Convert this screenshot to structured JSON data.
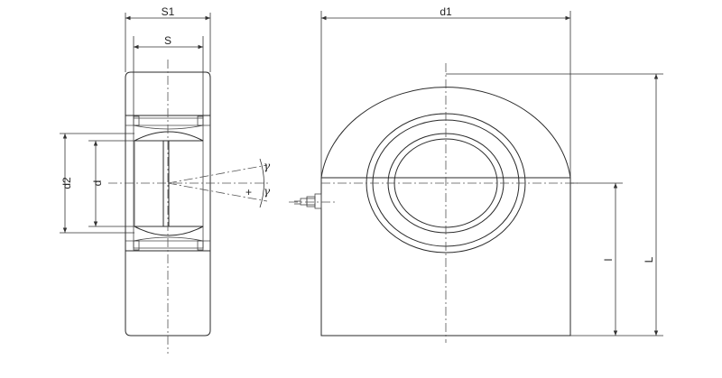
{
  "labels": {
    "s1": "S1",
    "s": "S",
    "d1": "d1",
    "d2": "d2",
    "d": "d",
    "gamma_upper": "γ",
    "gamma_lower": "γ",
    "plus": "+",
    "l": "l",
    "L": "L"
  },
  "colors": {
    "line": "#2a2a2a",
    "background": "#ffffff"
  }
}
